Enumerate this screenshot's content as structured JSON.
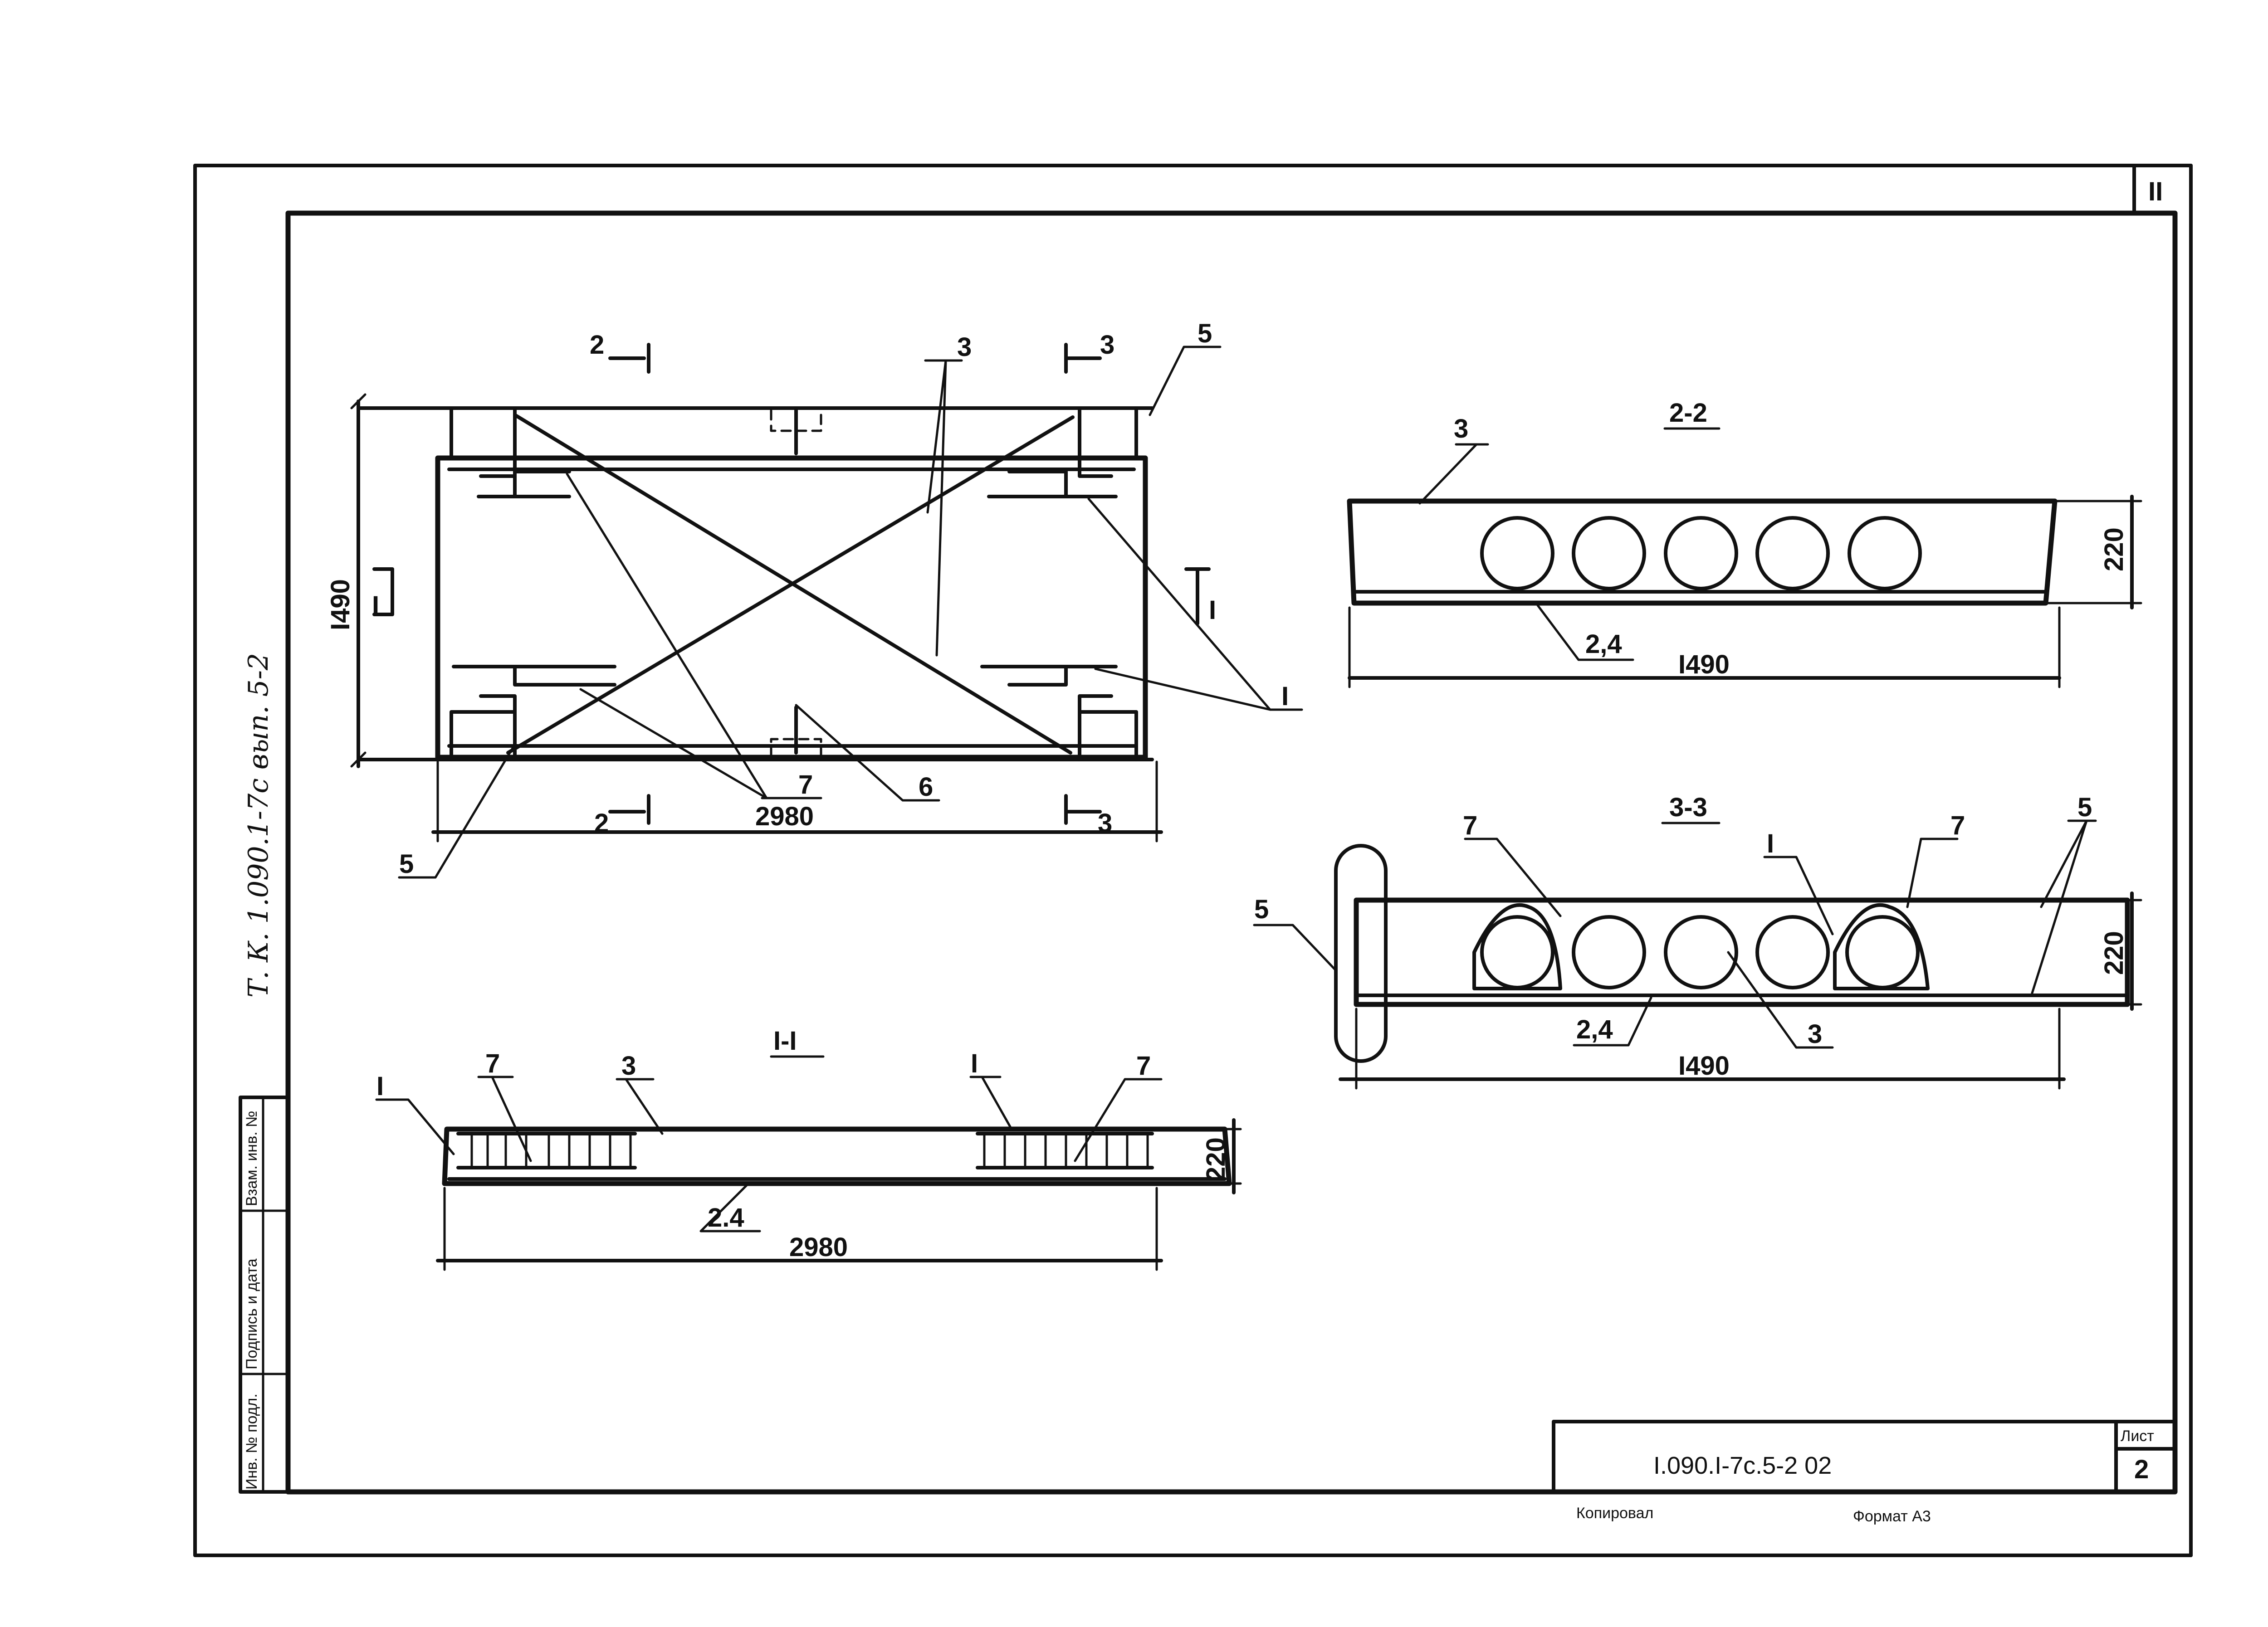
{
  "sheet": {
    "corner_number": "II",
    "side_title": "Т. К.  1.090.1-7с  вып. 5-2",
    "stamp_labels": [
      "Инв. № подл.",
      "Подпись и дата",
      "Взам. инв. №"
    ],
    "doc_code": "I.090.I-7c.5-2 02",
    "sheet_label": "Лист",
    "sheet_number": "2",
    "copied": "Копировал",
    "format": "Формат А3"
  },
  "plan": {
    "dim_length": "2980",
    "dim_width": "I490",
    "cut_2": "2",
    "cut_3": "3",
    "cut_1": "I",
    "callout_1": "I",
    "callout_3": "3",
    "callout_5": "5",
    "callout_6": "6",
    "callout_7": "7"
  },
  "section_2_2": {
    "title": "2-2",
    "callout_3": "3",
    "callout_24": "2,4",
    "dim_width": "I490",
    "dim_height": "220"
  },
  "section_3_3": {
    "title": "3-3",
    "callout_7": "7",
    "callout_1": "I",
    "callout_5": "5",
    "callout_3": "3",
    "callout_24": "2,4",
    "dim_width": "I490",
    "dim_height": "220"
  },
  "section_1_1": {
    "title": "I-I",
    "callout_1": "I",
    "callout_7": "7",
    "callout_3": "3",
    "callout_24": "2.4",
    "dim_length": "2980",
    "dim_height": "220"
  }
}
